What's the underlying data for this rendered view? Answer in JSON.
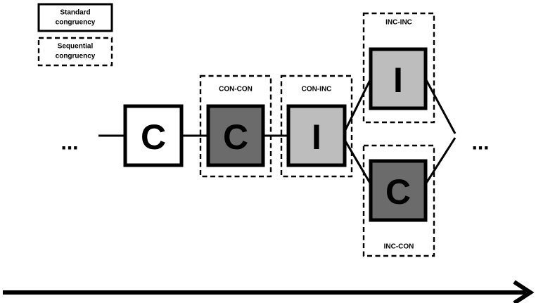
{
  "legend": {
    "standard": "Standard congruency",
    "standard_lines": [
      "Standard",
      "congruency"
    ],
    "sequential": "Sequential congruency",
    "sequential_lines": [
      "Sequential",
      "congruency"
    ]
  },
  "ellipsis": "...",
  "trials": [
    {
      "letter": "C",
      "fill": "#ffffff"
    },
    {
      "letter": "C",
      "fill": "#6b6b6b"
    },
    {
      "letter": "I",
      "fill": "#bdbdbd"
    },
    {
      "letter": "I",
      "fill": "#bdbdbd"
    },
    {
      "letter": "C",
      "fill": "#6b6b6b"
    }
  ],
  "sequence_labels": [
    "CON-CON",
    "CON-INC",
    "INC-INC",
    "INC-CON"
  ],
  "colors": {
    "line": "#000000",
    "congruent_dark": "#6b6b6b",
    "incongruent_light": "#bdbdbd",
    "standard_fill": "#ffffff"
  }
}
